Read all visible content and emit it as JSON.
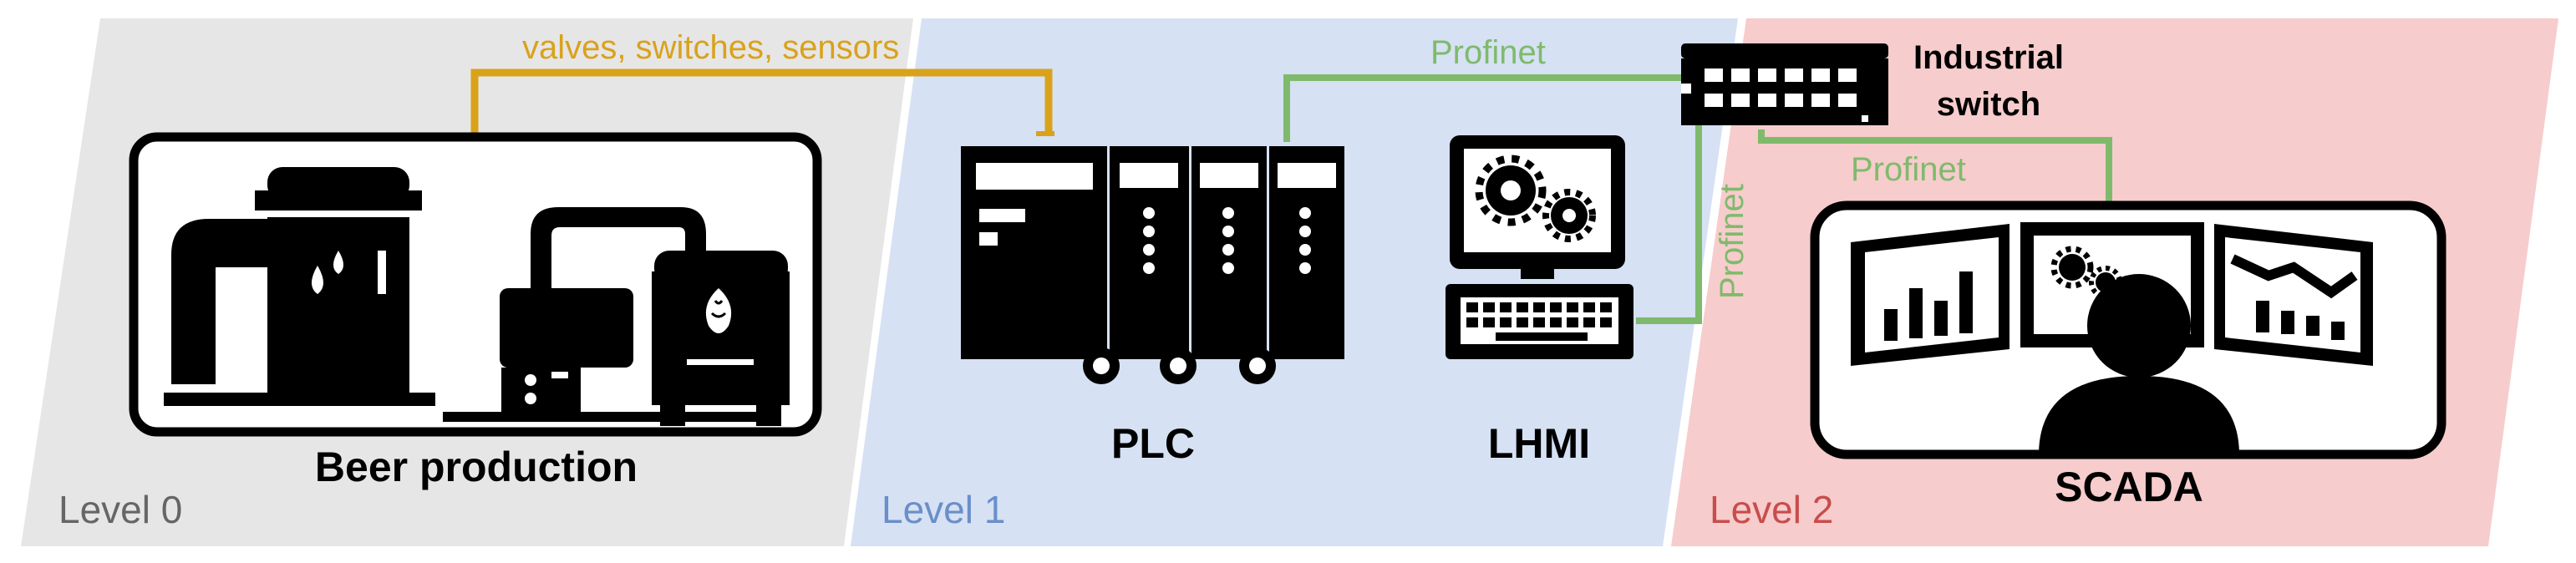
{
  "zones": [
    {
      "label": "Level 0",
      "color": "#e6e6e6",
      "text_color": "#666666"
    },
    {
      "label": "Level 1",
      "color": "#d6e1f4",
      "text_color": "#6a8fc9"
    },
    {
      "label": "Level 2",
      "color": "#f6cccc",
      "text_color": "#c94c4c"
    }
  ],
  "devices": {
    "beer_production": "Beer production",
    "plc": "PLC",
    "lhmi": "LHMI",
    "switch_line1": "Industrial",
    "switch_line2": "switch",
    "scada": "SCADA"
  },
  "connections": {
    "field": {
      "label": "valves, switches, sensors",
      "color": "#d9a21b"
    },
    "plc_switch": {
      "label": "Profinet",
      "color": "#7fba6c"
    },
    "lhmi_switch": {
      "label": "Profinet",
      "color": "#7fba6c"
    },
    "switch_scada": {
      "label": "Profinet",
      "color": "#7fba6c"
    }
  }
}
